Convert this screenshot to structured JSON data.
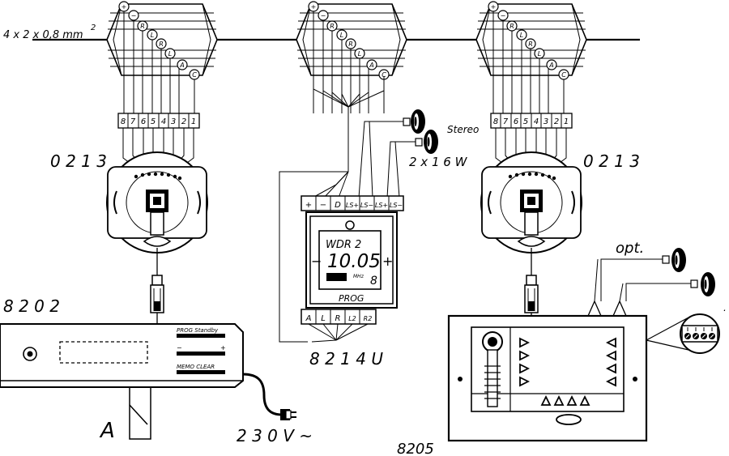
{
  "cable_label": "4 x 2 x 0,8 mm",
  "cable_label_sup": "2",
  "terminal_symbols": [
    "+",
    "−",
    "R",
    "L",
    "R",
    "L",
    "A",
    "C"
  ],
  "terminal_numbers": [
    "8",
    "7",
    "6",
    "5",
    "4",
    "3",
    "2",
    "1"
  ],
  "socket_left_label": "0 2 1 3",
  "socket_right_label": "0 2 1 3",
  "stereo_label": "Stereo",
  "speaker_power_label": "2 x 1 6  W",
  "receiver_terminals_top": [
    "+",
    "−",
    "D",
    "LS+",
    "LS−",
    "LS+",
    "LS−"
  ],
  "display_station": "WDR 2",
  "display_freq": "10.05",
  "display_unit": "MHz",
  "display_preset": "8",
  "display_minus": "−",
  "display_plus": "+",
  "display_prog": "PROG",
  "receiver_terminals_bottom": [
    "A",
    "L",
    "R",
    "L2",
    "R2"
  ],
  "receiver_label": "8 2 1 4 U",
  "tuner_label": "8 2 0 2",
  "tuner_btn_prog": "PROG    Standby",
  "tuner_btn_minus": "−",
  "tuner_btn_plus": "+",
  "tuner_btn_memo": "MEMO    CLEAR",
  "switch_label": "A",
  "mains_label": "2 3 0  V ~",
  "opt_label": "opt.",
  "station_label": "8205",
  "bullet_mark": "."
}
